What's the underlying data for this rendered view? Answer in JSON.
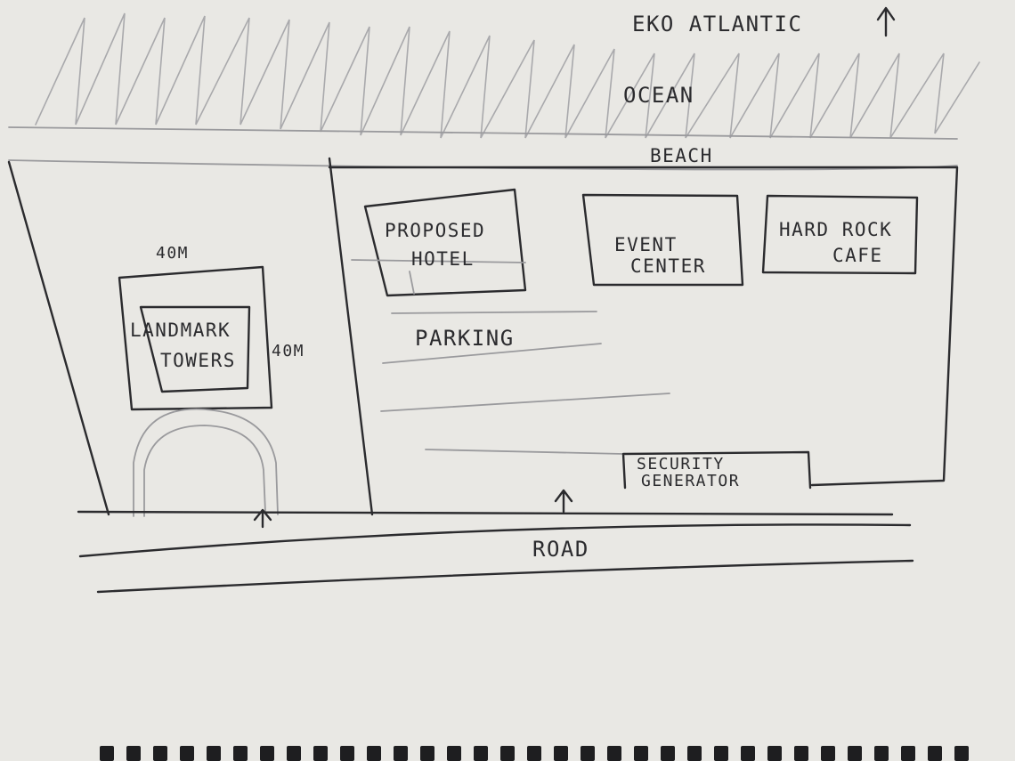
{
  "labels": {
    "north": "EKO ATLANTIC",
    "ocean": "OCEAN",
    "beach": "BEACH",
    "landmark_towers_line1": "LANDMARK",
    "landmark_towers_line2": "TOWERS",
    "dim_top": "40M",
    "dim_side": "40M",
    "proposed_hotel_line1": "PROPOSED",
    "proposed_hotel_line2": "HOTEL",
    "event_center_line1": "EVENT",
    "event_center_line2": "CENTER",
    "hard_rock_line1": "HARD ROCK",
    "hard_rock_line2": "CAFE",
    "parking": "PARKING",
    "security_line1": "SECURITY",
    "security_line2": "GENERATOR",
    "road": "ROAD"
  },
  "icons": {
    "north_arrow": "arrow-up-icon",
    "entrance_arrow": "arrow-up-icon"
  },
  "colors": {
    "paper": "#e9e8e4",
    "ink": "#2b2b2e",
    "pencil": "#9a9a9d"
  }
}
